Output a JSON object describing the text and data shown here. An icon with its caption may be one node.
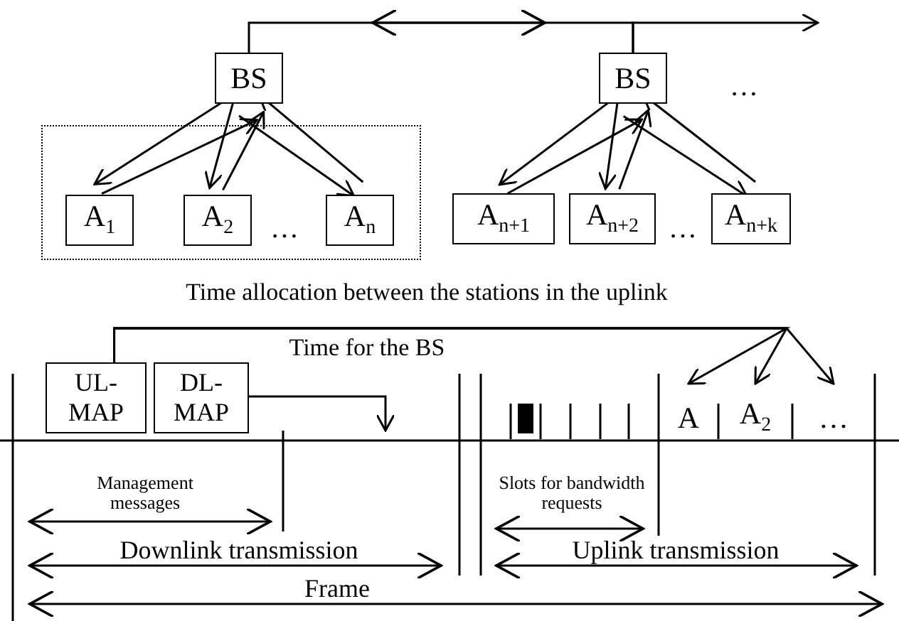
{
  "diagram": {
    "nodes": [
      {
        "text": [
          "BS"
        ]
      },
      {
        "text": [
          "BS"
        ]
      },
      {
        "text": [],
        "shape": "box"
      },
      {
        "text": [
          "A$_{1}$"
        ],
        "in": 2
      },
      {
        "text": [
          "A$_{2}$"
        ],
        "in": 2
      },
      {
        "text": [
          "A$_{n}$"
        ],
        "in": 2
      },
      {
        "text": [
          "A$_{n+1}$"
        ]
      },
      {
        "text": [
          "A$_{n+2}$"
        ]
      },
      {
        "text": [
          "A$_{n+k}$"
        ]
      },
      {
        "text": [
          "UL-MAP"
        ]
      },
      {
        "text": [
          "DL-MAP"
        ]
      },
      {
        "text": [
          "A"
        ]
      },
      {
        "text": [
          "A$_{2}$"
        ]
      },
      {
        "text": [
          "…"
        ]
      }
    ],
    "edges": [
      {
        "from": 0,
        "to": 1,
        "arrow": "none"
      },
      {
        "from": 1,
        "to": null,
        "arrow": "to"
      },
      {
        "from": 3,
        "to": 0,
        "arrow": "to"
      },
      {
        "from": 0,
        "to": 3,
        "arrow": "to"
      },
      {
        "from": 0,
        "to": 4,
        "arrow": "to"
      },
      {
        "from": 4,
        "to": 0,
        "arrow": "to"
      },
      {
        "from": 0,
        "to": 5,
        "arrow": "to"
      },
      {
        "from": 5,
        "to": 0,
        "arrow": "to"
      },
      {
        "from": 6,
        "to": 1,
        "arrow": "to"
      },
      {
        "from": 1,
        "to": 6,
        "arrow": "to"
      },
      {
        "from": 1,
        "to": 7,
        "arrow": "to"
      },
      {
        "from": 7,
        "to": 1,
        "arrow": "to"
      },
      {
        "from": 1,
        "to": 8,
        "arrow": "to"
      },
      {
        "from": 8,
        "to": 1,
        "arrow": "to"
      },
      {
        "from": 9,
        "to": 11,
        "arrow": "to"
      },
      {
        "from": 9,
        "to": 12,
        "arrow": "to"
      },
      {
        "from": 9,
        "to": 13,
        "arrow": "to"
      },
      {
        "from": 10,
        "to": null,
        "arrow": "to"
      }
    ],
    "labels": [
      "…",
      "…",
      "…",
      "Time allocation between the stations in the uplink",
      "Time for the BS",
      "Management messages",
      "Slots for bandwidth requests",
      "Downlink transmission",
      "Uplink transmission",
      "Frame"
    ]
  }
}
